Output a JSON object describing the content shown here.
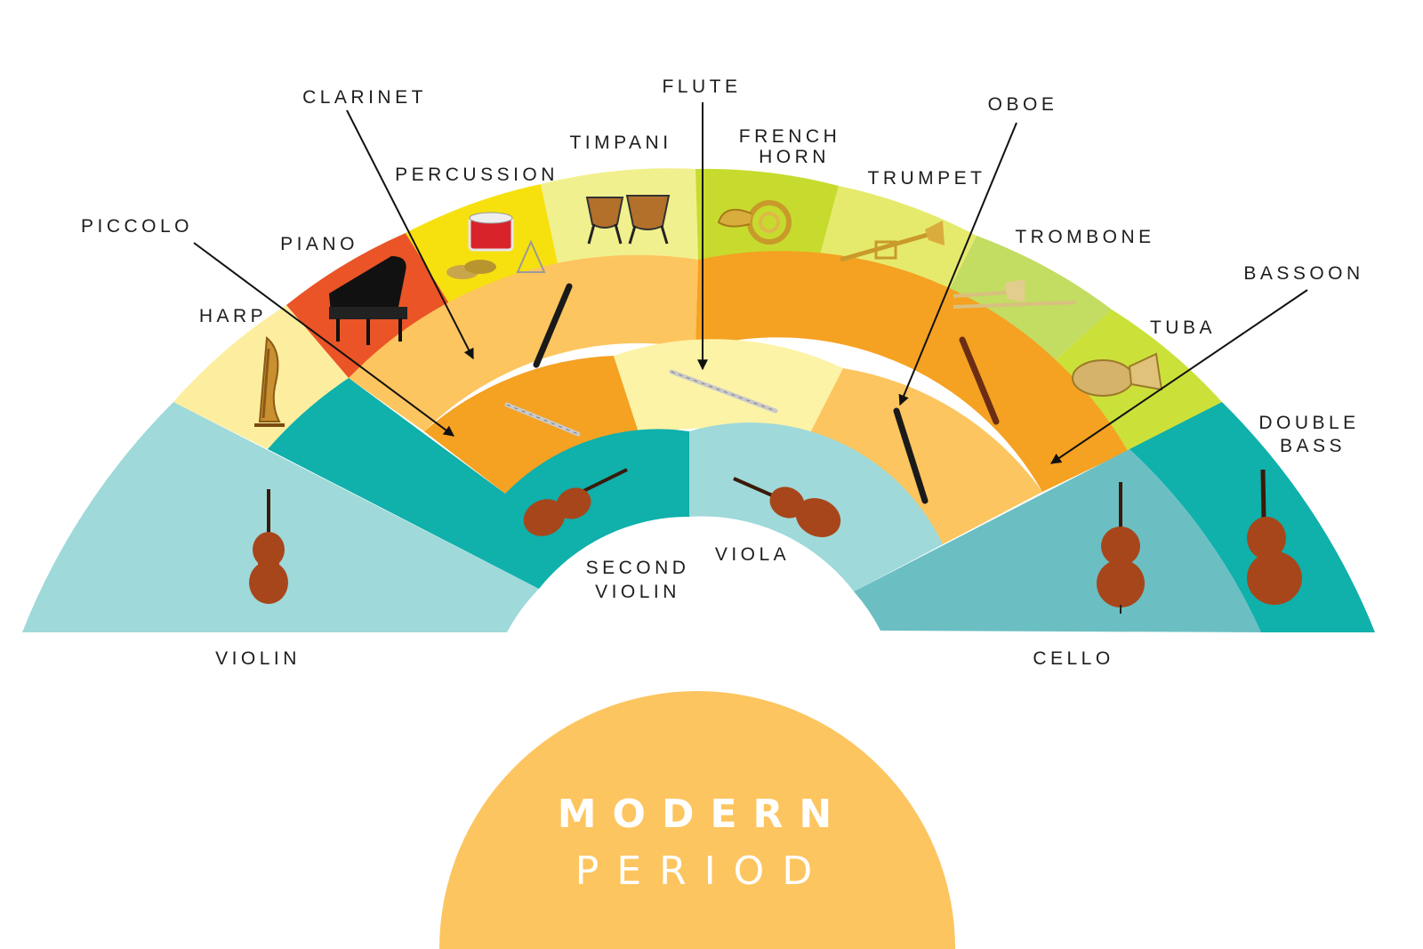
{
  "title": {
    "line1": "MODERN",
    "line2": "PERIOD"
  },
  "colors": {
    "violin": "#9fd9d9",
    "second_violin": "#10b0ab",
    "viola": "#9fd9d9",
    "cello": "#6bbfc2",
    "double_bass": "#10b0ab",
    "harp": "#fcee9e",
    "piano": "#ea5427",
    "percussion": "#f6e10f",
    "timpani": "#f1f08e",
    "french_horn": "#c7db2e",
    "trumpet": "#e6ea6c",
    "trombone": "#c3dc62",
    "tuba": "#cbe13a",
    "clarinet": "#fdc55f",
    "oboe_section": "#f5a122",
    "piccolo": "#f5a122",
    "flute": "#fdf3a6",
    "oboe": "#fdc55f",
    "bassoon": "#fdc55f",
    "podium": "#fdc55f"
  },
  "labels": {
    "clarinet": "CLARINET",
    "flute": "FLUTE",
    "oboe": "OBOE",
    "timpani": "TIMPANI",
    "french": "FRENCH",
    "horn": "HORN",
    "percussion": "PERCUSSION",
    "trumpet": "TRUMPET",
    "piccolo": "PICCOLO",
    "piano": "PIANO",
    "trombone": "TROMBONE",
    "bassoon": "BASSOON",
    "harp": "HARP",
    "tuba": "TUBA",
    "double": "DOUBLE",
    "bass": "BASS",
    "second": "SECOND",
    "violin_2": "VIOLIN",
    "viola": "VIOLA",
    "violin": "VIOLIN",
    "cello": "CELLO"
  }
}
